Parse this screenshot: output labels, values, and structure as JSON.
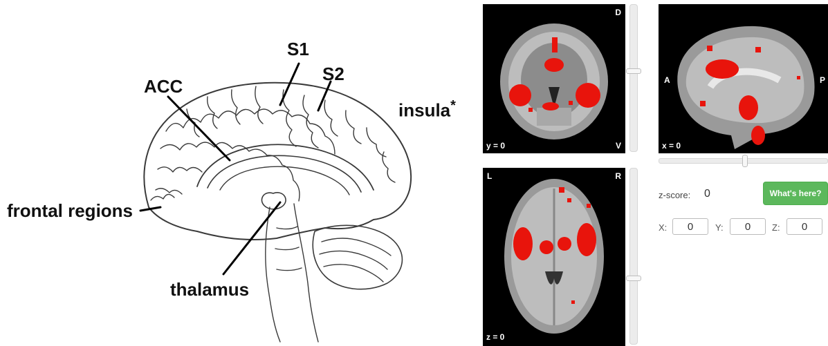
{
  "sketch": {
    "labels": {
      "acc": "ACC",
      "s1": "S1",
      "s2": "S2",
      "insula": "insula",
      "insula_mark": "*",
      "frontal": "frontal regions",
      "thalamus": "thalamus"
    }
  },
  "viewer": {
    "coronal": {
      "top_right": "D",
      "bottom_left": "y = 0",
      "bottom_right": "V"
    },
    "sagittal": {
      "left": "A",
      "right": "P",
      "bottom_left": "x = 0"
    },
    "axial": {
      "top_left": "L",
      "top_right": "R",
      "bottom_left": "z = 0"
    },
    "zscore_label": "z-score:",
    "zscore_value": "0",
    "whats_here_label": "What's here?",
    "coords": {
      "x_label": "X:",
      "x_value": "0",
      "y_label": "Y:",
      "y_value": "0",
      "z_label": "Z:",
      "z_value": "0"
    },
    "activation_color": "#e8140c"
  }
}
